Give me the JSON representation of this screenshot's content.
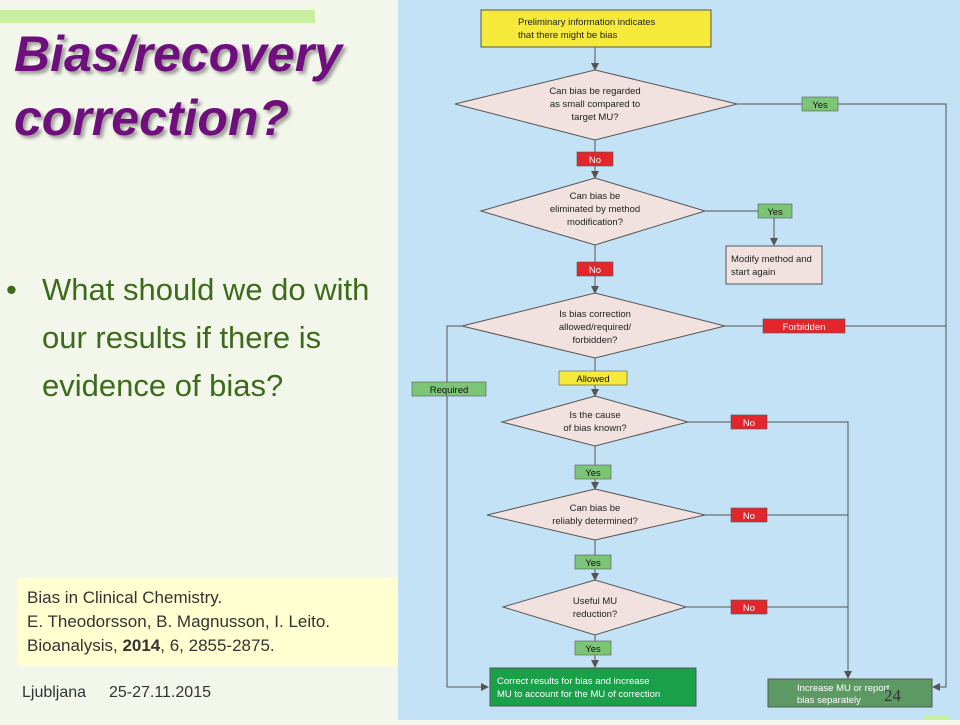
{
  "slide": {
    "title_line1": "Bias/recovery",
    "title_line2": "correction?",
    "bullet_symbol": "•",
    "bullet_text": "What should we do with our results if there is evidence of bias?",
    "reference": {
      "line1": "Bias in Clinical Chemistry.",
      "line2": "E. Theodorsson, B. Magnusson, I. Leito.",
      "line3_prefix": "Bioanalysis, ",
      "line3_year": "2014",
      "line3_suffix": ", 6, 2855-2875."
    },
    "footer": {
      "location": "Ljubljana",
      "dates": "25-27.11.2015"
    },
    "page_number": "24"
  },
  "flowchart": {
    "colors": {
      "background": "#c4e2f5",
      "start": "#f5e93a",
      "decision": "#f1e2df",
      "yes": "#7cc576",
      "no": "#e2262b",
      "allowed": "#f5e93a",
      "correct": "#1aa04a",
      "increase": "#5d9a63",
      "line": "#555555"
    },
    "start": {
      "line1": "Preliminary information indicates",
      "line2": "that there might be bias"
    },
    "d1": {
      "line1": "Can bias be regarded",
      "line2": "as small compared to",
      "line3": "target MU?"
    },
    "d2": {
      "line1": "Can bias be",
      "line2": "eliminated by method",
      "line3": "modification?"
    },
    "d3": {
      "line1": "Is bias correction",
      "line2": "allowed/required/",
      "line3": "forbidden?"
    },
    "d4": {
      "line1": "Is the cause",
      "line2": "of bias known?"
    },
    "d5": {
      "line1": "Can bias be",
      "line2": "reliably determined?"
    },
    "d6": {
      "line1": "Useful MU",
      "line2": "reduction?"
    },
    "labels": {
      "yes": "Yes",
      "no": "No",
      "forbidden": "Forbidden",
      "allowed": "Allowed",
      "required": "Required"
    },
    "modify": {
      "line1": "Modify method and",
      "line2": "start again"
    },
    "correct": {
      "line1": "Correct results for bias and increase",
      "line2": "MU to account for the MU of correction"
    },
    "increase": {
      "line1": "Increase MU or report",
      "line2": "bias separately"
    }
  }
}
